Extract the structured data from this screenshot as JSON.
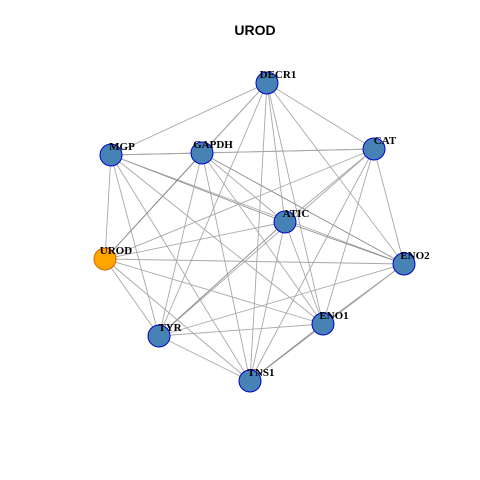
{
  "title": "UROD",
  "colors": {
    "node_fill": "#4682B4",
    "node_stroke": "#0000CD",
    "hub_fill": "#FFA500",
    "hub_stroke": "#CD6600",
    "edge": "#A8A8A8",
    "edge_strong": "#8C8C8C"
  },
  "nodes": [
    {
      "id": "DECR1",
      "label": "DECR1",
      "hub": false
    },
    {
      "id": "MGP",
      "label": "MGP",
      "hub": false
    },
    {
      "id": "GAPDH",
      "label": "GAPDH",
      "hub": false
    },
    {
      "id": "CAT",
      "label": "CAT",
      "hub": false
    },
    {
      "id": "ATIC",
      "label": "ATIC",
      "hub": false
    },
    {
      "id": "UROD",
      "label": "UROD",
      "hub": true
    },
    {
      "id": "ENO2",
      "label": "ENO2",
      "hub": false
    },
    {
      "id": "TYR",
      "label": "TYR",
      "hub": false
    },
    {
      "id": "ENO1",
      "label": "ENO1",
      "hub": false
    },
    {
      "id": "TNS1",
      "label": "TNS1",
      "hub": false
    }
  ],
  "edges": [
    [
      "DECR1",
      "MGP",
      false
    ],
    [
      "DECR1",
      "GAPDH",
      false
    ],
    [
      "DECR1",
      "CAT",
      false
    ],
    [
      "DECR1",
      "ATIC",
      false
    ],
    [
      "DECR1",
      "UROD",
      false
    ],
    [
      "DECR1",
      "ENO2",
      false
    ],
    [
      "DECR1",
      "TYR",
      false
    ],
    [
      "DECR1",
      "ENO1",
      false
    ],
    [
      "DECR1",
      "TNS1",
      false
    ],
    [
      "MGP",
      "GAPDH",
      true
    ],
    [
      "MGP",
      "CAT",
      false
    ],
    [
      "MGP",
      "ATIC",
      true
    ],
    [
      "MGP",
      "UROD",
      false
    ],
    [
      "MGP",
      "ENO2",
      false
    ],
    [
      "MGP",
      "TYR",
      false
    ],
    [
      "MGP",
      "ENO1",
      false
    ],
    [
      "MGP",
      "TNS1",
      false
    ],
    [
      "GAPDH",
      "CAT",
      false
    ],
    [
      "GAPDH",
      "ATIC",
      false
    ],
    [
      "GAPDH",
      "UROD",
      true
    ],
    [
      "GAPDH",
      "ENO2",
      true
    ],
    [
      "GAPDH",
      "TYR",
      false
    ],
    [
      "GAPDH",
      "ENO1",
      false
    ],
    [
      "GAPDH",
      "TNS1",
      false
    ],
    [
      "CAT",
      "ATIC",
      false
    ],
    [
      "CAT",
      "UROD",
      false
    ],
    [
      "CAT",
      "ENO2",
      false
    ],
    [
      "CAT",
      "TYR",
      false
    ],
    [
      "CAT",
      "ENO1",
      false
    ],
    [
      "CAT",
      "TNS1",
      false
    ],
    [
      "ATIC",
      "UROD",
      false
    ],
    [
      "ATIC",
      "ENO2",
      true
    ],
    [
      "ATIC",
      "TYR",
      true
    ],
    [
      "ATIC",
      "ENO1",
      false
    ],
    [
      "ATIC",
      "TNS1",
      false
    ],
    [
      "UROD",
      "ENO2",
      false
    ],
    [
      "UROD",
      "TYR",
      false
    ],
    [
      "UROD",
      "ENO1",
      false
    ],
    [
      "UROD",
      "TNS1",
      false
    ],
    [
      "ENO2",
      "TYR",
      false
    ],
    [
      "ENO2",
      "ENO1",
      true
    ],
    [
      "ENO2",
      "TNS1",
      false
    ],
    [
      "TYR",
      "ENO1",
      false
    ],
    [
      "TYR",
      "TNS1",
      false
    ],
    [
      "ENO1",
      "TNS1",
      true
    ]
  ]
}
